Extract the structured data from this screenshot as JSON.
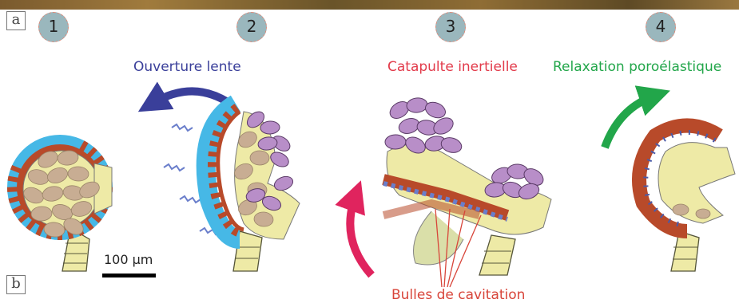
{
  "panel_letters": {
    "a": "a",
    "b": "b"
  },
  "steps": [
    "1",
    "2",
    "3",
    "4"
  ],
  "labels": {
    "slow_opening": "Ouverture lente",
    "inertial_catapult": "Catapulte inertielle",
    "poroelastic_relaxation": "Relaxation poroélastique",
    "cavitation_bubbles": "Bulles de cavitation",
    "scale_bar": "100 µm"
  },
  "colors": {
    "slow_opening": "#3a3f9a",
    "inertial_catapult": "#e23a4a",
    "poroelastic_relaxation": "#22a64a",
    "cavitation_bubbles": "#d8453a",
    "annulus": "#b84a2a",
    "water_cells": "#46b8e6",
    "spores": "#c8ad93",
    "released_spores": "#b88ec8",
    "stalk": "#eeeaa6"
  }
}
